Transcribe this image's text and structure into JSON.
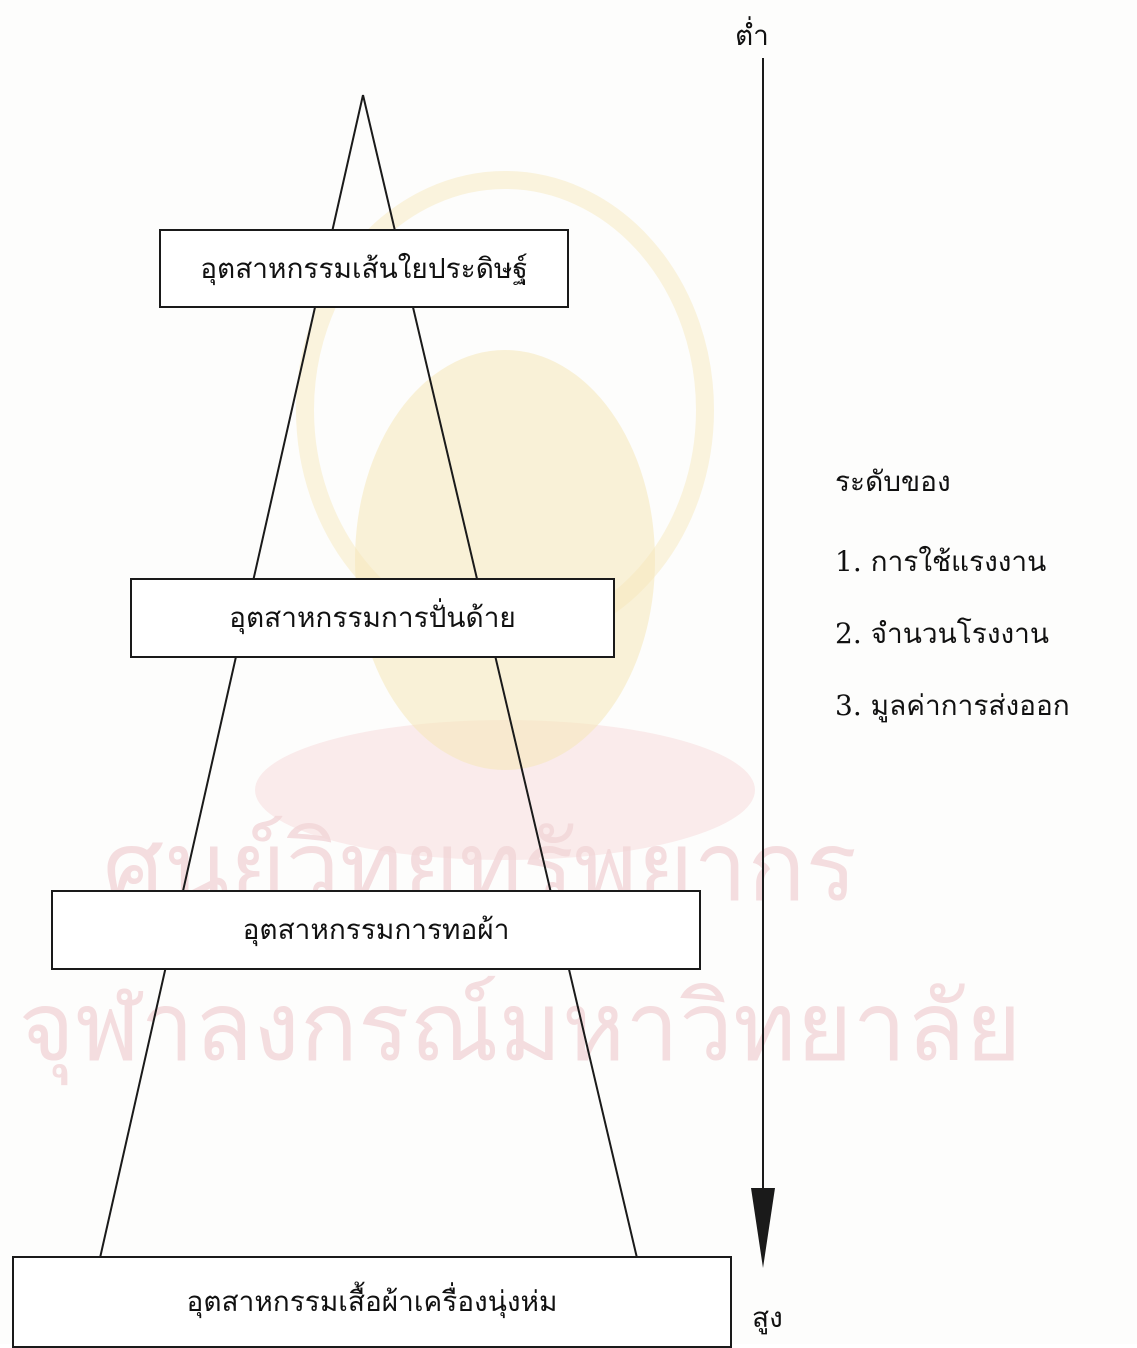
{
  "diagram": {
    "watermark_lines": [
      "ศูนย์วิทยทรัพยากร",
      "จุฬาลงกรณ์มหาวิทยาลัย"
    ],
    "tiers": [
      {
        "label": "อุตสาหกรรมเส้นใยประดิษฐ์"
      },
      {
        "label": "อุตสาหกรรมการปั่นด้าย"
      },
      {
        "label": "อุตสาหกรรมการทอผ้า"
      },
      {
        "label": "อุตสาหกรรมเสื้อผ้าเครื่องนุ่งห่ม"
      }
    ],
    "axis": {
      "top_label": "ต่ำ",
      "bottom_label": "สูง"
    },
    "legend": {
      "title": "ระดับของ",
      "items": [
        "1. การใช้แรงงาน",
        "2. จำนวนโรงงาน",
        "3. มูลค่าการส่งออก"
      ]
    },
    "colors": {
      "line": "#1a1a1a",
      "watermark": "#f2d6d8",
      "seal": "#f6e7b8"
    }
  }
}
